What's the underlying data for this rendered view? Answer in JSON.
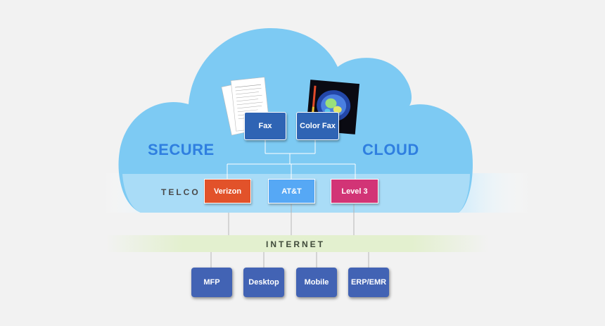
{
  "cloud": {
    "word_left": "SECURE",
    "word_right": "CLOUD"
  },
  "services": [
    {
      "label": "Fax"
    },
    {
      "label": "Color Fax"
    }
  ],
  "telco": {
    "label": "TELCO",
    "carriers": [
      {
        "label": "Verizon",
        "color": "#e2522a"
      },
      {
        "label": "AT&T",
        "color": "#56a8f5"
      },
      {
        "label": "Level 3",
        "color": "#d23476"
      }
    ]
  },
  "internet": {
    "label": "INTERNET"
  },
  "devices": [
    {
      "label": "MFP"
    },
    {
      "label": "Desktop"
    },
    {
      "label": "Mobile"
    },
    {
      "label": "ERP/EMR"
    }
  ],
  "colors": {
    "cloud": "#7dcaf3",
    "telco_band": "#a9dcf7",
    "internet_band": "#e3f0cf",
    "service_box": "#2f64b4",
    "device_box": "#4263b4",
    "accent_text": "#2f7fe0"
  }
}
